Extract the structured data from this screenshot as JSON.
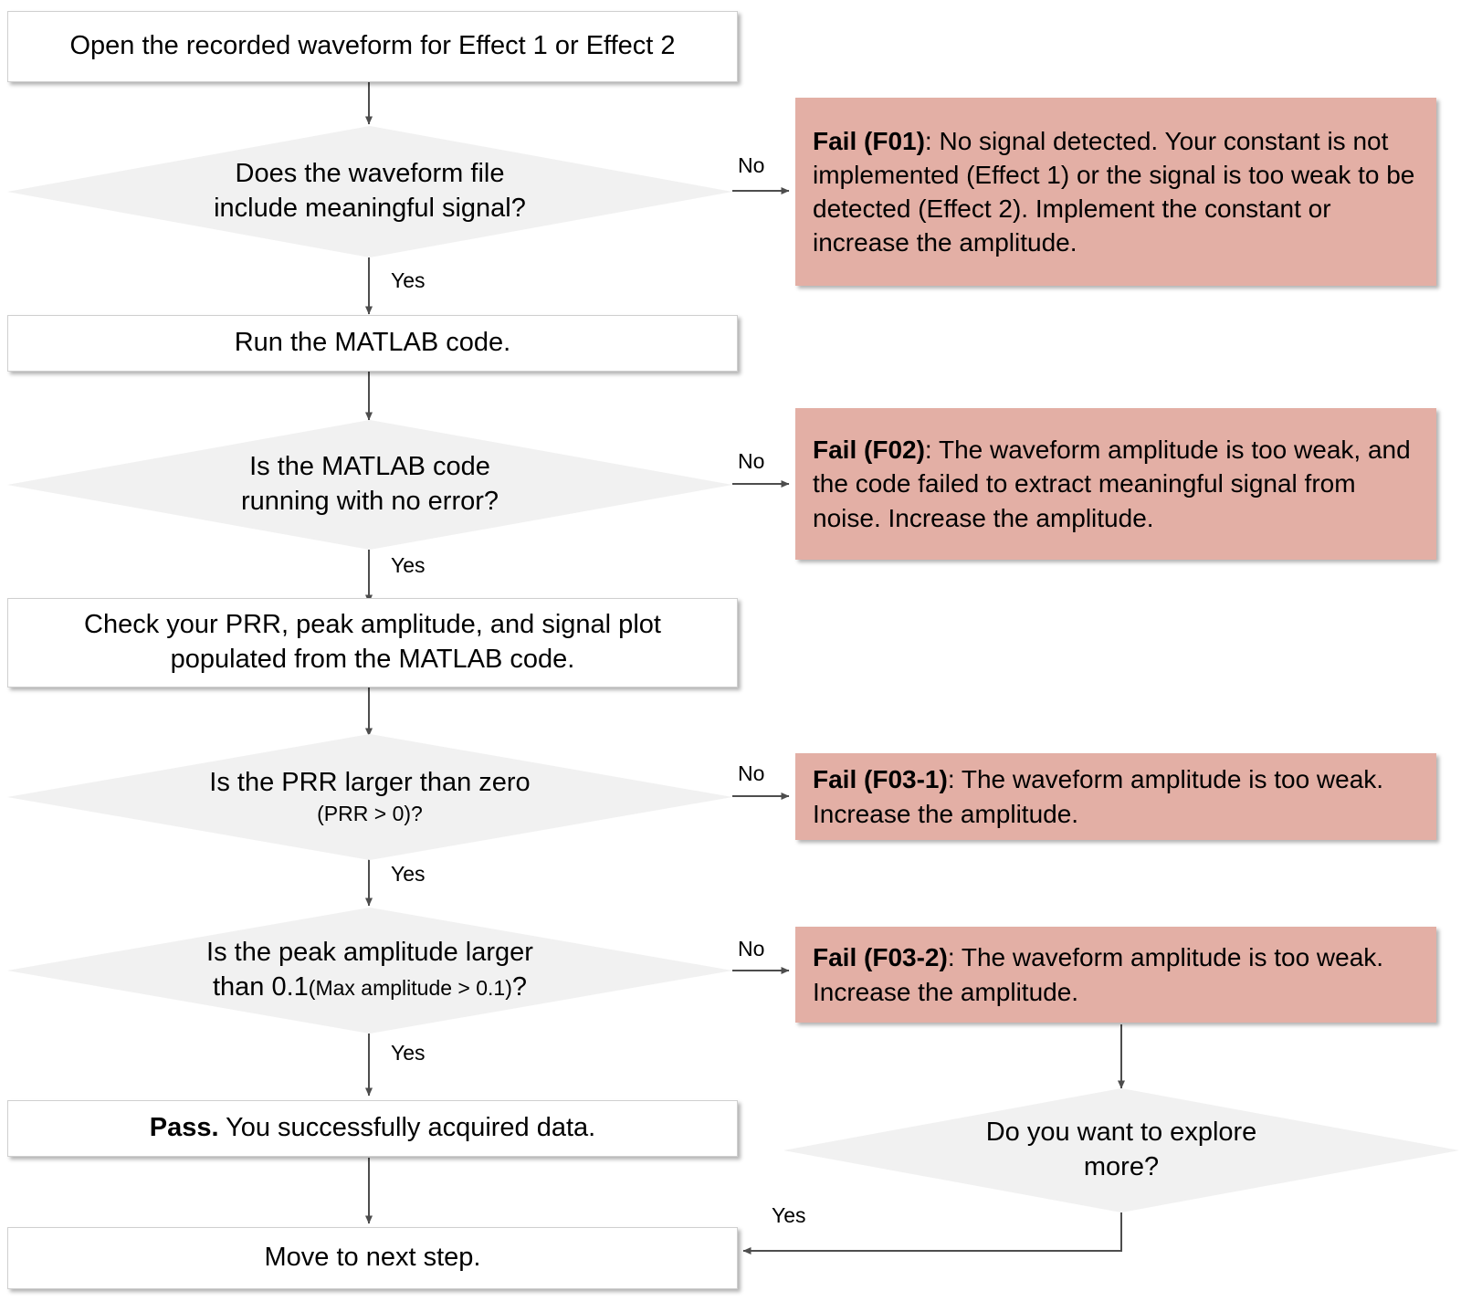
{
  "diagram": {
    "title": "Waveform acquisition troubleshooting flowchart",
    "colors": {
      "fail_box": "#e3afa5",
      "decision_fill": "#f1f1f1",
      "process_fill": "#ffffff",
      "connector": "#4d4d4d"
    },
    "nodes": {
      "start": {
        "text": "Open the recorded waveform for Effect 1 or Effect 2"
      },
      "d1": {
        "line1": "Does the waveform file",
        "line2": "include meaningful signal?"
      },
      "f01": {
        "label": "Fail (F01)",
        "text": ": No signal detected. Your constant is not implemented (Effect 1) or the signal is too weak to be detected (Effect 2). Implement the constant or increase the amplitude."
      },
      "p1": {
        "text": "Run the MATLAB code."
      },
      "d2": {
        "line1": "Is the MATLAB code",
        "line2": "running with no error?"
      },
      "f02": {
        "label": "Fail (F02)",
        "text": ": The waveform amplitude is too weak, and the code failed to extract meaningful signal from noise. Increase the amplitude."
      },
      "p2": {
        "line1": "Check your PRR, peak amplitude, and signal plot",
        "line2": "populated from the MATLAB code."
      },
      "d3": {
        "line1": "Is the PRR  larger than zero",
        "line2": "(PRR > 0)?"
      },
      "f031": {
        "label": "Fail (F03-1)",
        "text": ": The waveform amplitude is too weak. Increase the amplitude."
      },
      "d4": {
        "line1": "Is the peak amplitude larger",
        "line2a": "than 0.1",
        "line2b": "(Max amplitude > 0.1)",
        "line2c": "?"
      },
      "f032": {
        "label": "Fail (F03-2)",
        "text": ": The waveform amplitude is too weak. Increase the amplitude."
      },
      "pass": {
        "label": "Pass.",
        "text": " You successfully acquired data."
      },
      "next": {
        "text": "Move to next step."
      },
      "d5": {
        "line1": "Do you want to explore",
        "line2": "more?"
      }
    },
    "edge_labels": {
      "d1_yes": "Yes",
      "d1_no": "No",
      "d2_yes": "Yes",
      "d2_no": "No",
      "d3_yes": "Yes",
      "d3_no": "No",
      "d4_yes": "Yes",
      "d4_no": "No",
      "d5_yes": "Yes"
    }
  }
}
